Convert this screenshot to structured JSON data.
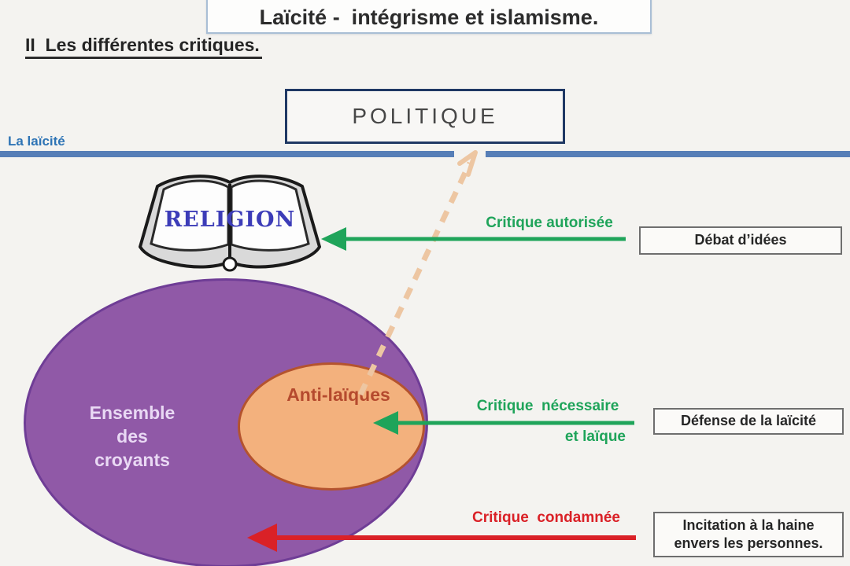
{
  "header": {
    "title": "Laïcité -  intégrisme et islamisme.",
    "subtitle": "II  Les différentes critiques."
  },
  "politique_label": "POLITIQUE",
  "laicite_bar_label": "La laïcité",
  "religion_label": "RELIGION",
  "venn": {
    "believers_label": "Ensemble\ndes\ncroyants",
    "anti_laiques_label": "Anti-laïques"
  },
  "critiques": [
    {
      "id": "autorisee",
      "label": "Critique autorisée",
      "points_to": "RELIGION",
      "box": "Débat d’idées",
      "color": "#1fa45a"
    },
    {
      "id": "necessaire",
      "label": "Critique  nécessaire",
      "label2": "et laïque",
      "points_to": "Anti-laïques",
      "box": "Défense de la laïcité",
      "color": "#1fa45a"
    },
    {
      "id": "condamnee",
      "label": "Critique  condamnée",
      "points_to": "Ensemble des croyants",
      "box": "Incitation à la haine\nenvers les personnes.",
      "color": "#da2127"
    }
  ],
  "palette": {
    "background": "#f4f3f0",
    "blue_bar": "#567eb7",
    "blue_label": "#2e74b5",
    "politique_border": "#1f3864",
    "purple_fill": "#9059a7",
    "purple_border": "#6f3d96",
    "orange_fill": "#f3b17d",
    "orange_border": "#b4532e",
    "green_arrow": "#1fa45a",
    "red_arrow": "#da2127",
    "dashed_arrow_tan": "#edc6a2",
    "religion_text": "#3c3cb8"
  }
}
